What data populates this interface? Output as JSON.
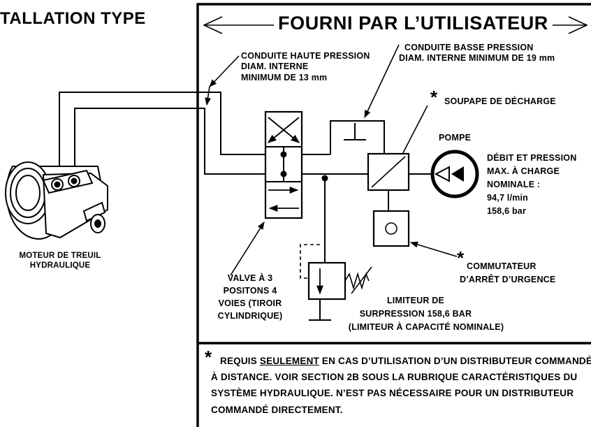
{
  "heading": "TALLATION TYPE",
  "banner": "FOURNI PAR L’UTILISATEUR",
  "labels": {
    "high_pressure": [
      "CONDUITE HAUTE PRESSION",
      "DIAM. INTERNE",
      "MINIMUM DE 13 mm"
    ],
    "low_pressure": [
      "CONDUITE BASSE PRESSION",
      "DIAM. INTERNE MINIMUM DE 19 mm"
    ],
    "relief_valve": "SOUPAPE DE DÉCHARGE",
    "pump": "POMPE",
    "pump_spec": [
      "DÉBIT ET PRESSION",
      "MAX. À CHARGE",
      "NOMINALE :",
      "94,7 l/min",
      "158,6 bar"
    ],
    "motor": [
      "MOTEUR DE TREUIL",
      "HYDRAULIQUE"
    ],
    "valve": [
      "VALVE À 3",
      "POSITONS 4",
      "VOIES (TIROIR",
      "CYLINDRIQUE)"
    ],
    "limiter": [
      "LIMITEUR DE",
      "SURPRESSION 158,6 BAR",
      "(LIMITEUR À CAPACITÉ NOMINALE)"
    ],
    "switch": [
      "COMMUTATEUR",
      "D’ARRÊT D’URGENCE"
    ]
  },
  "asterisk": "*",
  "footnote": {
    "line1_before": "REQUIS ",
    "line1_underlined": "SEULEMENT",
    "line1_after": " EN CAS D’UTILISATION D’UN DISTRIBUTEUR COMMANDÉ",
    "line2": "À DISTANCE. VOIR SECTION 2B SOUS LA RUBRIQUE CARACTÉRISTIQUES DU",
    "line3": "SYSTÈME HYDRAULIQUE. N’EST PAS NÉCESSAIRE POUR UN DISTRIBUTEUR",
    "line4": "COMMANDÉ DIRECTEMENT."
  }
}
